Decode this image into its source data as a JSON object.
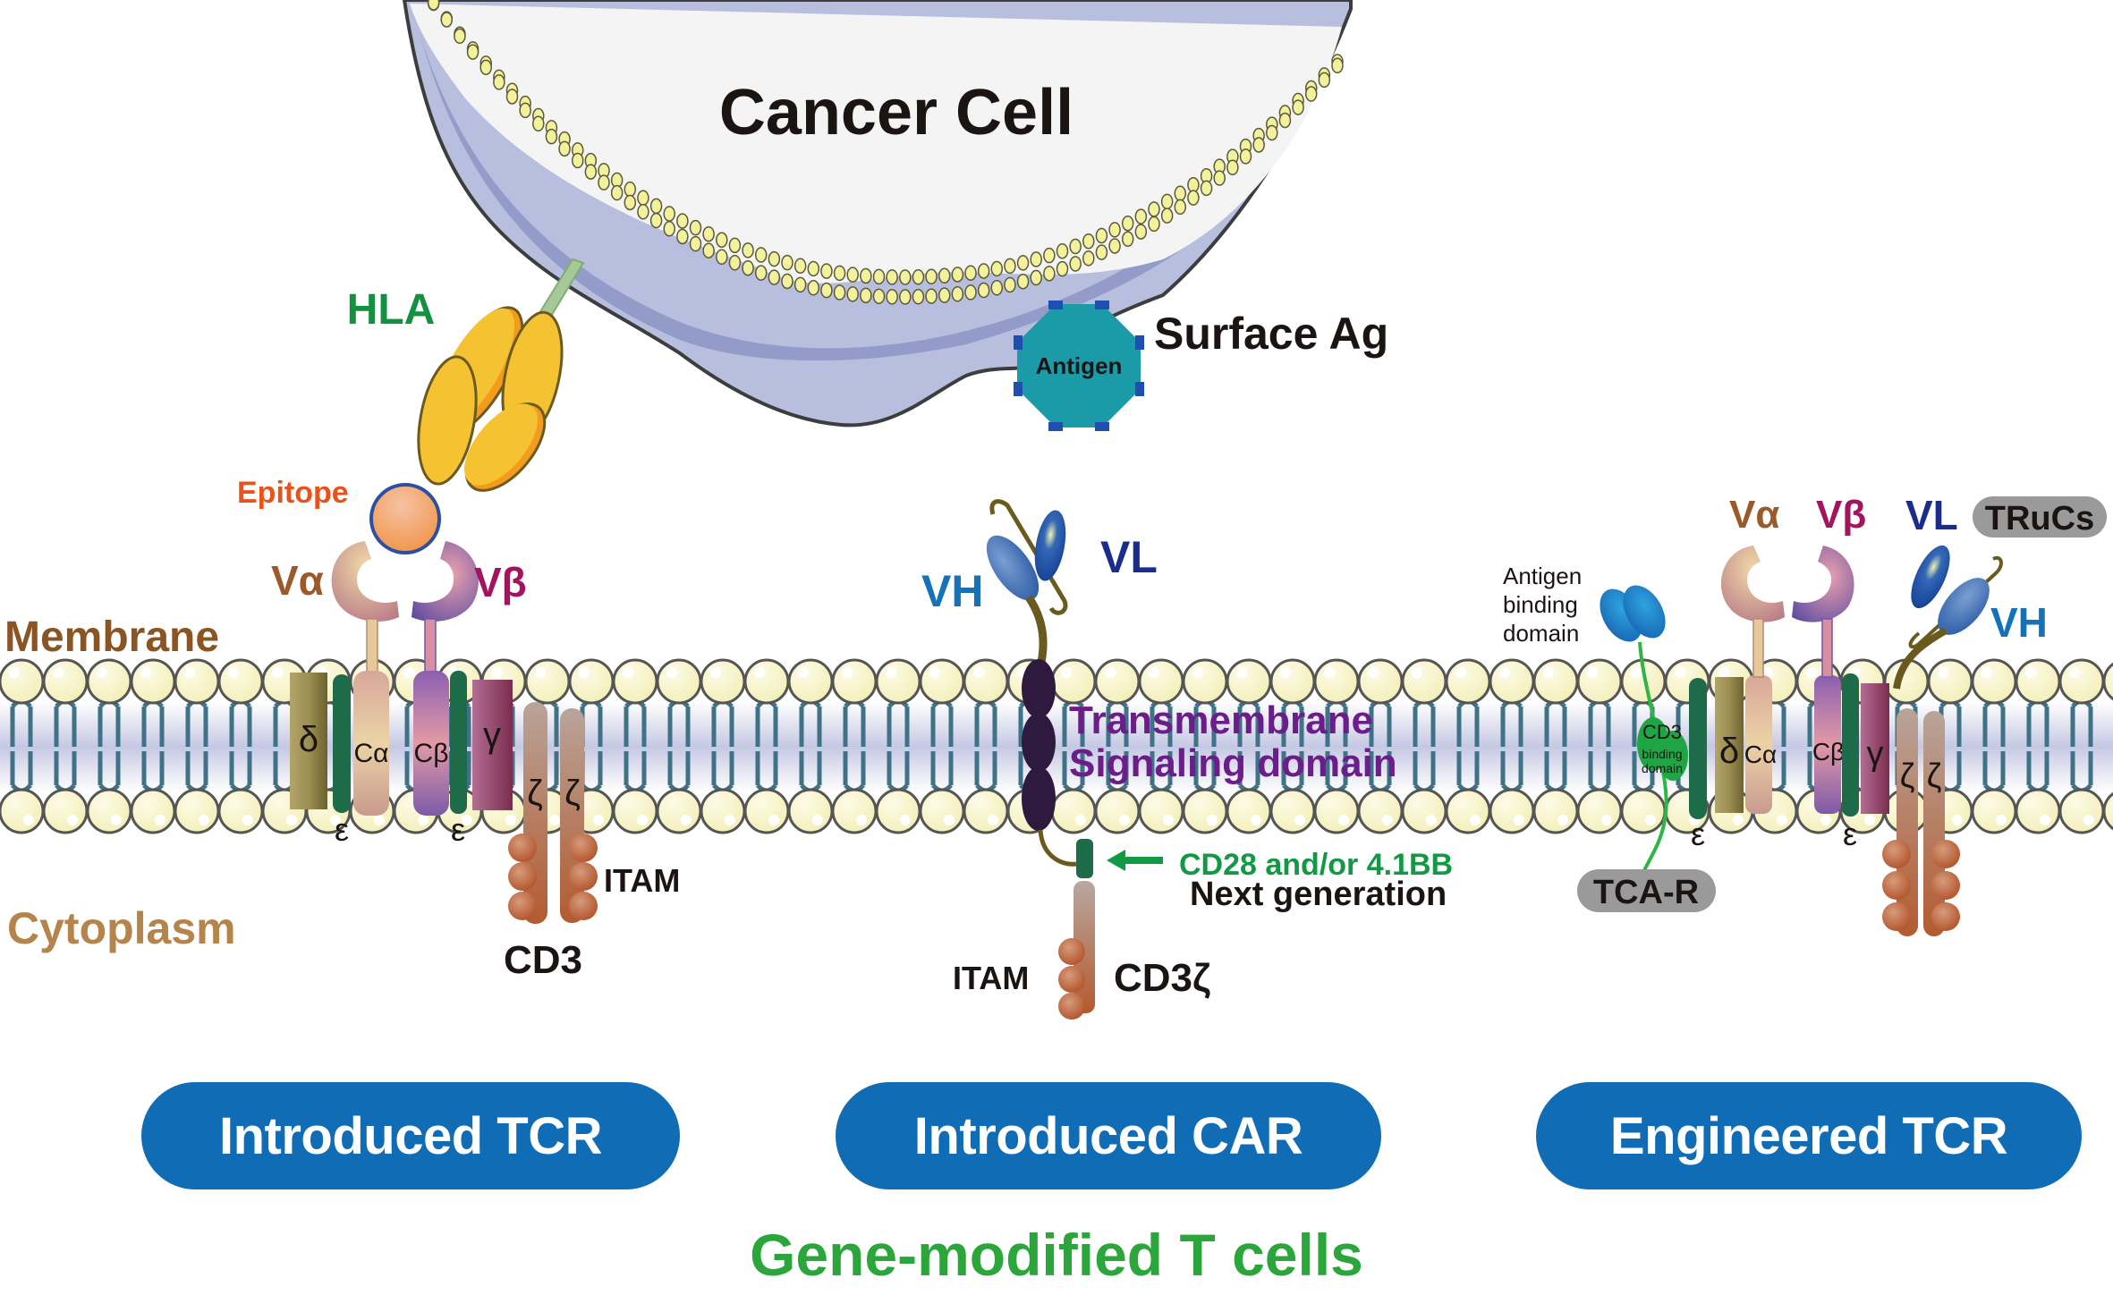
{
  "figure": {
    "title": "Gene-modified T cells",
    "colors": {
      "title_green": "#2aa63a",
      "button_blue": "#106cb5",
      "membrane_label": "#8a5423",
      "cytoplasm_label": "#b5844a",
      "hla_label": "#139140",
      "epitope_label": "#e8531b",
      "valpha_label": "#9a5a2a",
      "vbeta_label": "#a3145e",
      "vh_label": "#1472b9",
      "vl_label": "#1a2d8c",
      "tm_label": "#6b1d8a",
      "cd28_label": "#119944",
      "lipid_head": "#f8f4c3",
      "lipid_tail": "#3f7187",
      "antigen": "#1b9aa8",
      "hla": "#f5c232"
    }
  },
  "cancer_cell": {
    "label": "Cancer Cell",
    "hla_label": "HLA",
    "surface_ag_label": "Surface Ag",
    "antigen_label": "Antigen"
  },
  "side_labels": {
    "membrane": "Membrane",
    "cytoplasm": "Cytoplasm"
  },
  "introduced_tcr": {
    "epitope": "Epitope",
    "v_alpha": "Vα",
    "v_beta": "Vβ",
    "delta": "δ",
    "c_alpha": "Cα",
    "c_beta": "Cβ",
    "gamma": "γ",
    "epsilon_1": "ε",
    "epsilon_2": "ε",
    "zeta_1": "ζ",
    "zeta_2": "ζ",
    "itam": "ITAM",
    "cd3": "CD3",
    "button": "Introduced TCR"
  },
  "introduced_car": {
    "vh": "VH",
    "vl": "VL",
    "tm_line1": "Transmembrane",
    "tm_line2": "Signaling domain",
    "costim": "CD28 and/or 4.1BB",
    "next_gen": "Next generation",
    "itam": "ITAM",
    "cd3z": "CD3ζ",
    "button": "Introduced CAR"
  },
  "engineered_tcr": {
    "antigen_binding_line1": "Antigen",
    "antigen_binding_line2": "binding",
    "antigen_binding_line3": "domain",
    "cd3_binding_line1": "CD3",
    "cd3_binding_line2": "binding",
    "cd3_binding_line3": "domain",
    "tcar_badge": "TCA-R",
    "trucs_badge": "TRuCs",
    "v_alpha": "Vα",
    "v_beta": "Vβ",
    "vl": "VL",
    "vh": "VH",
    "delta": "δ",
    "c_alpha": "Cα",
    "c_beta": "Cβ",
    "gamma": "γ",
    "epsilon_1": "ε",
    "epsilon_2": "ε",
    "zeta_1": "ζ",
    "zeta_2": "ζ",
    "button": "Engineered TCR"
  }
}
